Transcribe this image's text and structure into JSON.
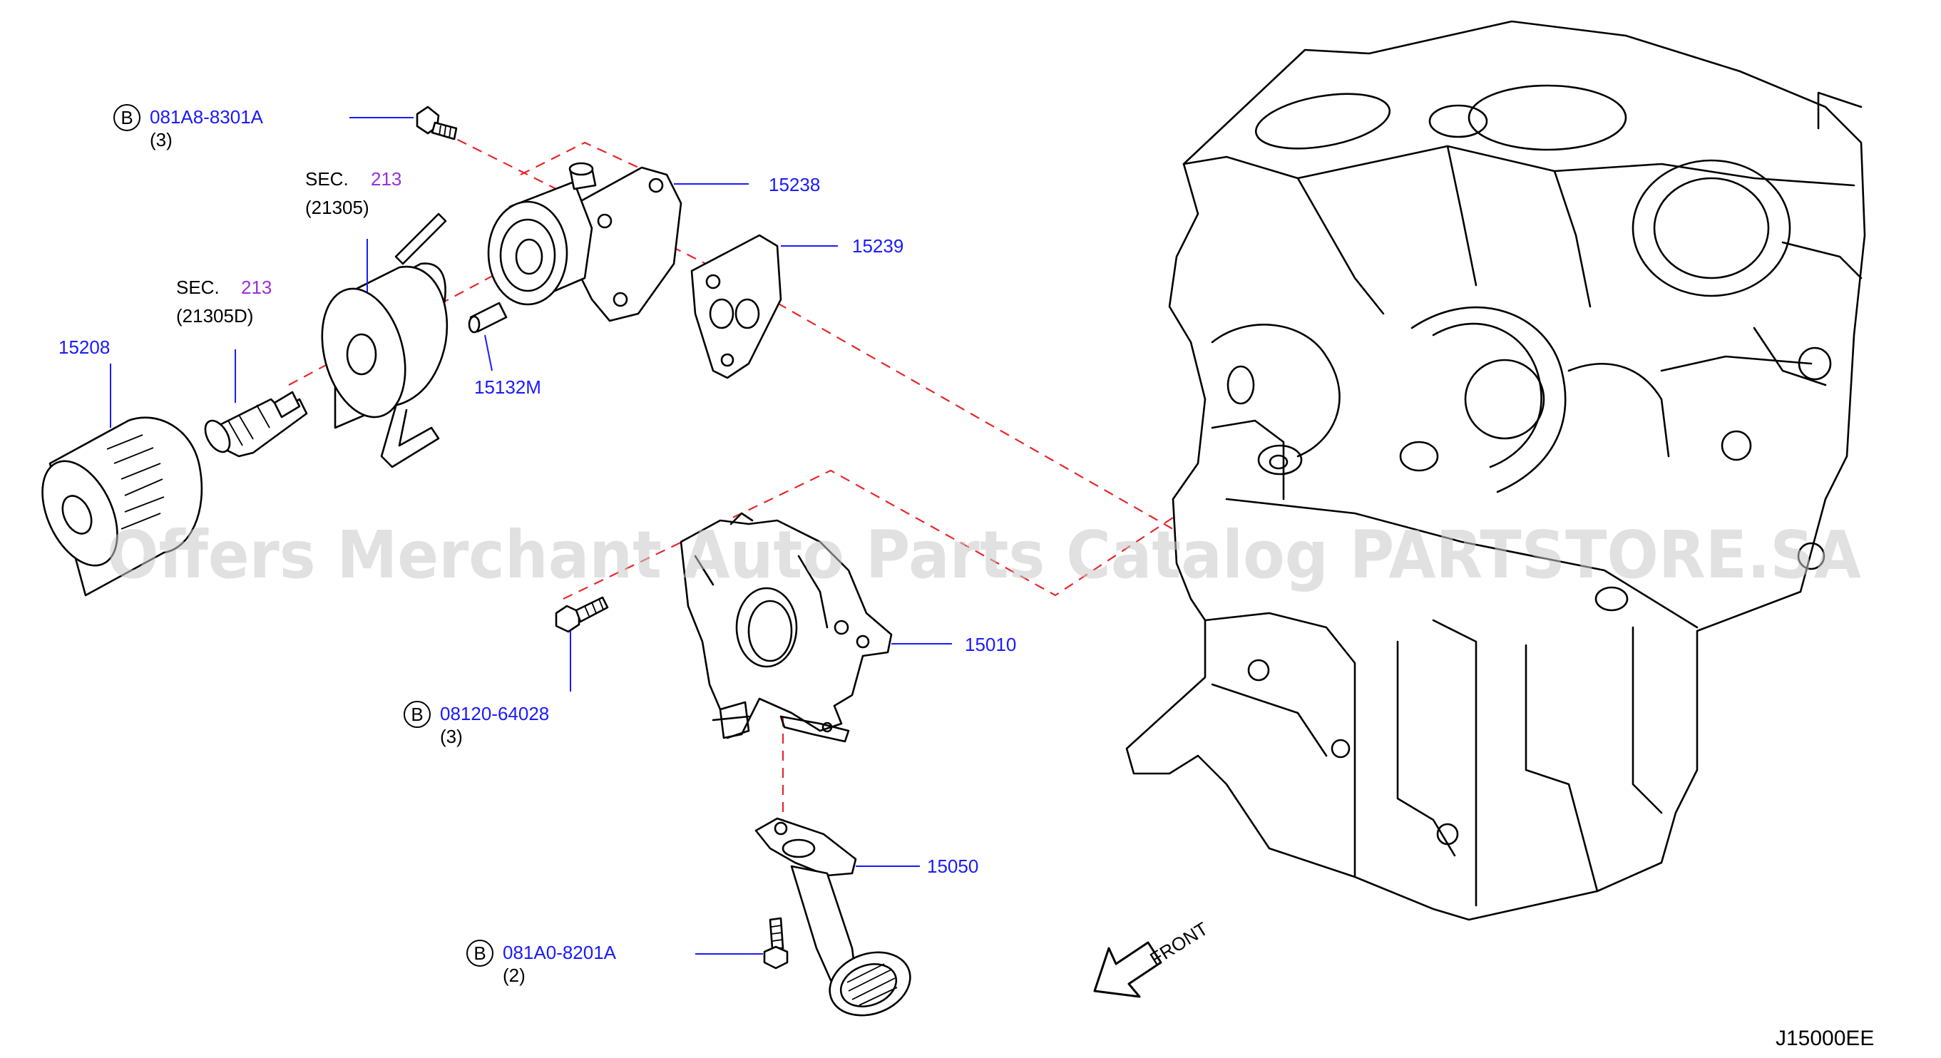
{
  "diagram": {
    "id_code": "J15000EE",
    "watermark": "Offers Merchant Auto Parts Catalog PARTSTORE.SA",
    "front_label": "FRONT",
    "bolt_marker": "B",
    "callouts": {
      "bolt_top": {
        "part": "081A8-8301A",
        "qty": "(3)"
      },
      "bolt_mid": {
        "part": "08120-64028",
        "qty": "(3)"
      },
      "bolt_bottom": {
        "part": "081A0-8201A",
        "qty": "(2)"
      },
      "cooler": {
        "sec": "SEC.",
        "sec_num": "213",
        "ref": "(21305)"
      },
      "connector": {
        "sec": "SEC.",
        "sec_num": "213",
        "ref": "(21305D)"
      },
      "filter": "15208",
      "housing": "15238",
      "gasket": "15239",
      "pin": "15132M",
      "pump": "15010",
      "strainer": "15050"
    },
    "colors": {
      "callout": "#1a1aff",
      "section": "#9b30d9",
      "centerline": "#e8262a"
    }
  }
}
